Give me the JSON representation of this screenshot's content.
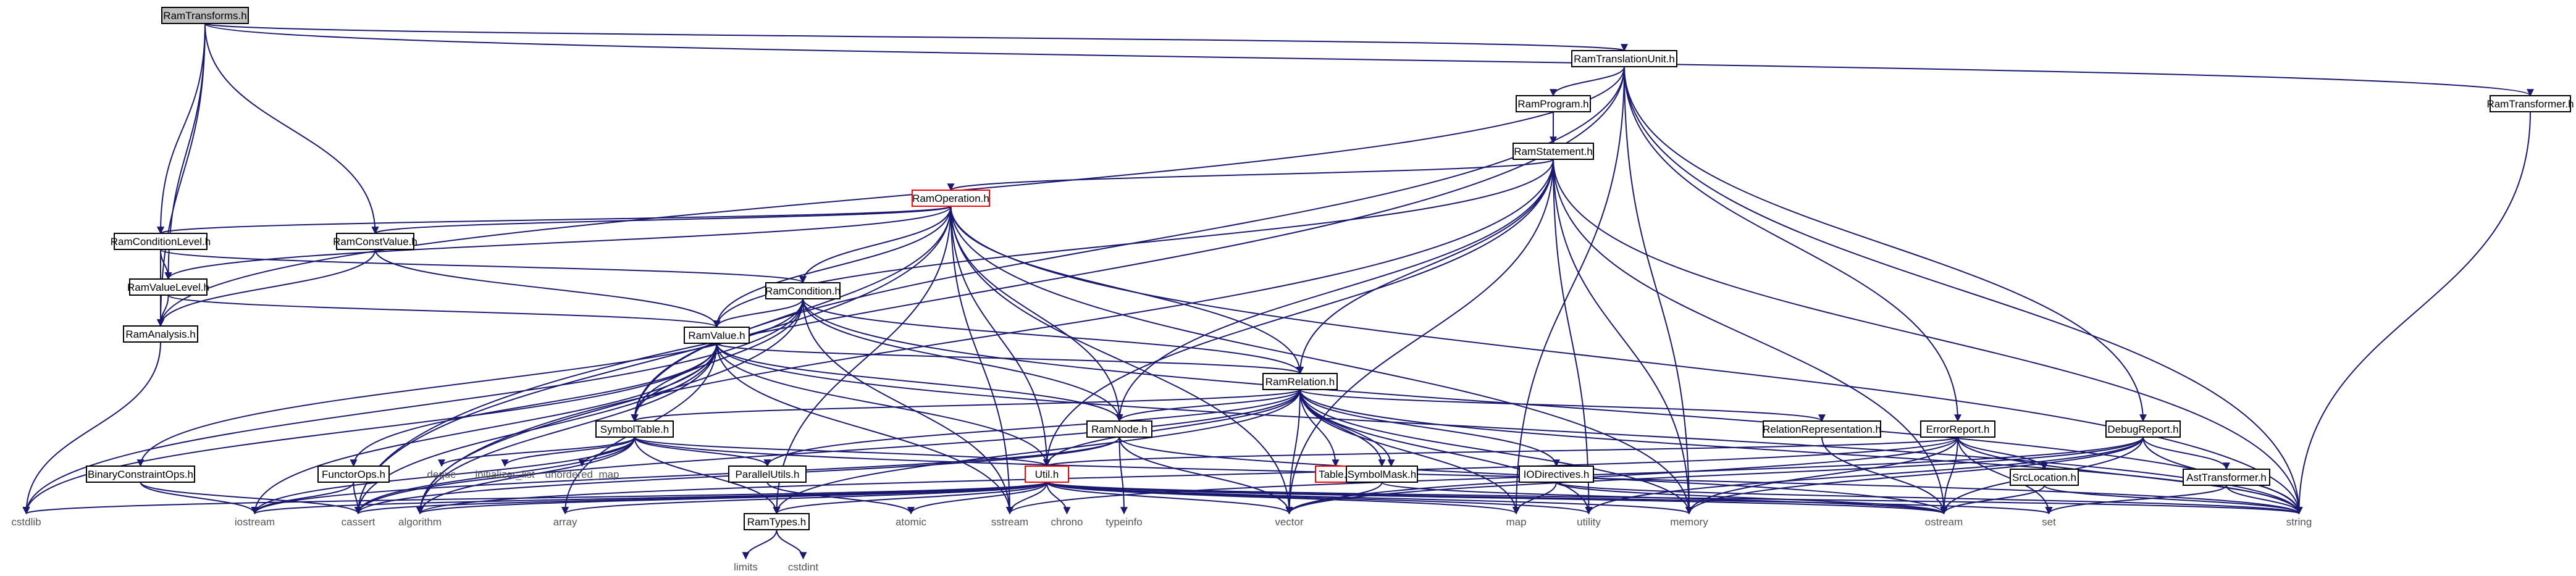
{
  "nodes": {
    "RamTransforms_h": "RamTransforms.h",
    "RamTranslationUnit_h": "RamTranslationUnit.h",
    "RamProgram_h": "RamProgram.h",
    "RamTransformer_h": "RamTransformer.h",
    "RamStatement_h": "RamStatement.h",
    "RamOperation_h": "RamOperation.h",
    "RamConditionLevel_h": "RamConditionLevel.h",
    "RamConstValue_h": "RamConstValue.h",
    "RamValueLevel_h": "RamValueLevel.h",
    "RamCondition_h": "RamCondition.h",
    "RamAnalysis_h": "RamAnalysis.h",
    "RamValue_h": "RamValue.h",
    "RamRelation_h": "RamRelation.h",
    "SymbolTable_h": "SymbolTable.h",
    "RamNode_h": "RamNode.h",
    "Table_h": "Table.h",
    "list": "list",
    "RelationRepresentation_h": "RelationRepresentation.h",
    "ErrorReport_h": "ErrorReport.h",
    "DebugReport_h": "DebugReport.h",
    "BinaryConstraintOps_h": "BinaryConstraintOps.h",
    "FunctorOps_h": "FunctorOps.h",
    "deque": "deque",
    "initializer_list": "initializer_list",
    "unordered_map": "unordered_map",
    "ParallelUtils_h": "ParallelUtils.h",
    "Util_h": "Util.h",
    "typeinfo": "typeinfo",
    "SymbolMask_h": "SymbolMask.h",
    "IODirectives_h": "IODirectives.h",
    "SrcLocation_h": "SrcLocation.h",
    "AstTransformer_h": "AstTransformer.h",
    "cstdlib": "cstdlib",
    "iostream": "iostream",
    "cassert": "cassert",
    "algorithm": "algorithm",
    "array": "array",
    "RamTypes_h": "RamTypes.h",
    "atomic": "atomic",
    "sstream": "sstream",
    "chrono": "chrono",
    "vector": "vector",
    "map": "map",
    "utility": "utility",
    "memory": "memory",
    "ostream": "ostream",
    "set": "set",
    "string": "string",
    "limits": "limits",
    "cstdint": "cstdint"
  }
}
